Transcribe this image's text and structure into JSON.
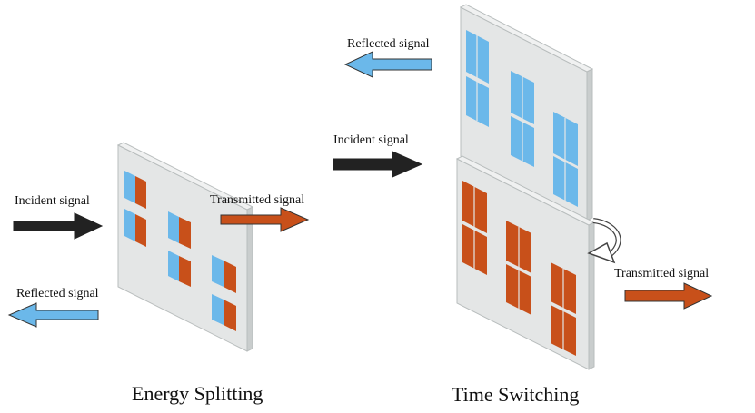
{
  "colors": {
    "incident": "#222222",
    "reflected": "#6BB8EA",
    "transmitted": "#C8501A",
    "panel_face": "#E4E6E6",
    "panel_edge": "#C9CDCD",
    "panel_stroke": "#B8BDBD"
  },
  "energy_splitting": {
    "caption": "Energy Splitting",
    "incident_label": "Incident signal",
    "transmitted_label": "Transmitted signal",
    "reflected_label": "Reflected signal"
  },
  "time_switching": {
    "caption": "Time Switching",
    "incident_label": "Incident signal",
    "reflected_label": "Reflected signal",
    "transmitted_label": "Transmitted signal",
    "switch_icon": "curved-arrow-icon"
  }
}
